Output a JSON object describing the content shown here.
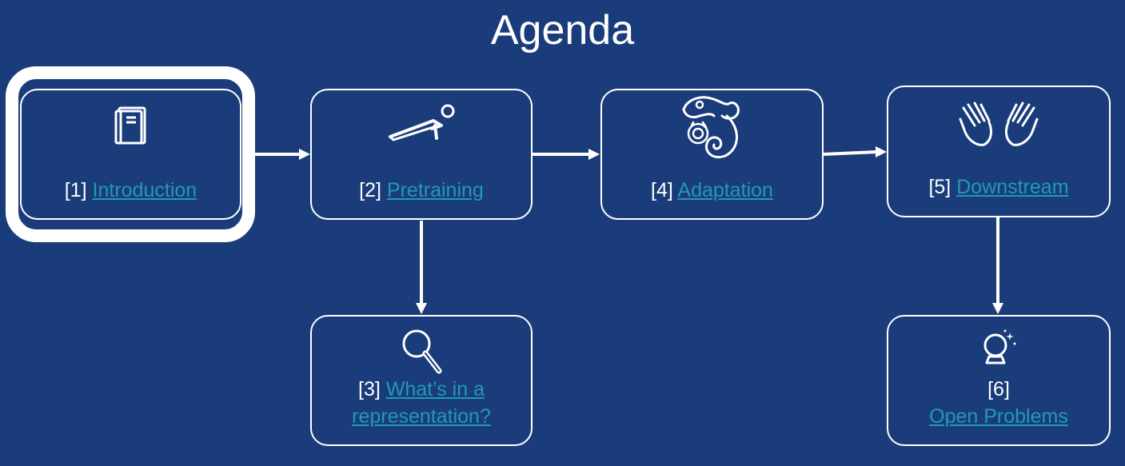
{
  "title": "Agenda",
  "colors": {
    "background": "#1b3c7b",
    "link": "#1f9bb0",
    "stroke": "#ffffff"
  },
  "nodes": [
    {
      "num": "[1]",
      "link": "Introduction",
      "icon": "book-icon",
      "highlighted": true
    },
    {
      "num": "[2]",
      "link": "Pretraining",
      "icon": "pushup-icon"
    },
    {
      "num": "[3]",
      "link_line1": "What’s in a",
      "link_line2": "representation?",
      "icon": "magnifier-icon"
    },
    {
      "num": "[4]",
      "link": "Adaptation",
      "icon": "chameleon-icon"
    },
    {
      "num": "[5]",
      "link": "Downstream",
      "icon": "hands-icon"
    },
    {
      "num": "[6]",
      "link": "Open Problems",
      "icon": "crystal-ball-icon"
    }
  ],
  "edges": [
    {
      "from": "[1]",
      "to": "[2]"
    },
    {
      "from": "[2]",
      "to": "[4]"
    },
    {
      "from": "[4]",
      "to": "[5]"
    },
    {
      "from": "[2]",
      "to": "[3]"
    },
    {
      "from": "[5]",
      "to": "[6]"
    }
  ]
}
